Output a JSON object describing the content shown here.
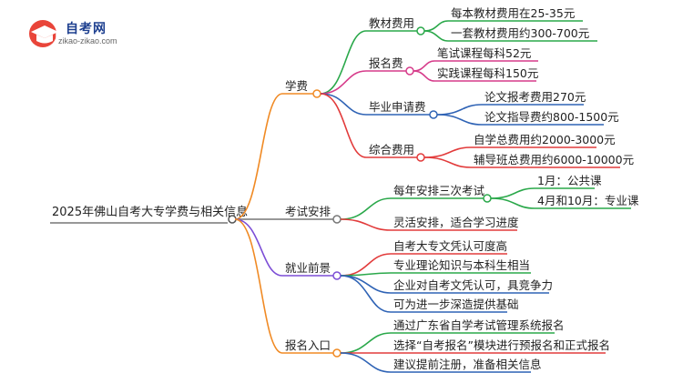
{
  "logo": {
    "title": "自考网",
    "subtitle": "zikao-zikao.com",
    "icon": "graduation-cap-icon"
  },
  "colors": {
    "fees": "#f08a24",
    "textbook": "#2aa84a",
    "registration": "#d63b8a",
    "graduation": "#2f63b5",
    "total": "#e23b3b",
    "exam": "#777777",
    "career": "#7c4dd6",
    "entry": "#f08a24"
  },
  "root": "2025年佛山自考大专学费与相关信息",
  "branches": [
    {
      "label": "学费",
      "children": [
        {
          "label": "教材费用",
          "children": [
            "每本教材费用在25-35元",
            "一套教材费用约300-700元"
          ]
        },
        {
          "label": "报名费",
          "children": [
            "笔试课程每科52元",
            "实践课程每科150元"
          ]
        },
        {
          "label": "毕业申请费",
          "children": [
            "论文报考费用270元",
            "论文指导费约800-1500元"
          ]
        },
        {
          "label": "综合费用",
          "children": [
            "自学总费用约2000-3000元",
            "辅导班总费用约6000-10000元"
          ]
        }
      ]
    },
    {
      "label": "考试安排",
      "children": [
        {
          "label": "每年安排三次考试",
          "children": [
            "1月：公共课",
            "4月和10月：专业课"
          ]
        },
        {
          "label": "灵活安排，适合学习进度",
          "children": []
        }
      ]
    },
    {
      "label": "就业前景",
      "children": [
        {
          "label": "自考大专文凭认可度高",
          "children": []
        },
        {
          "label": "专业理论知识与本科生相当",
          "children": []
        },
        {
          "label": "企业对自考文凭认可，具竞争力",
          "children": []
        },
        {
          "label": "可为进一步深造提供基础",
          "children": []
        }
      ]
    },
    {
      "label": "报名入口",
      "children": [
        {
          "label": "通过广东省自学考试管理系统报名",
          "children": []
        },
        {
          "label": "选择“自考报名”模块进行预报名和正式报名",
          "children": []
        },
        {
          "label": "建议提前注册，准备相关信息",
          "children": []
        }
      ]
    }
  ]
}
